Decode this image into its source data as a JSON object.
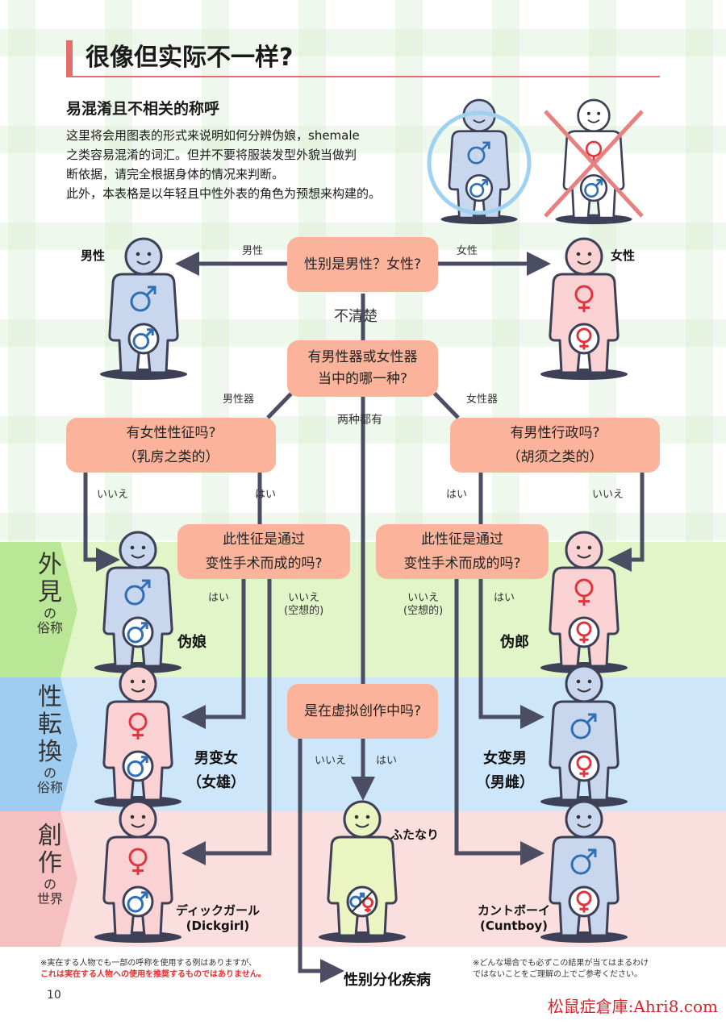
{
  "title": "很像但实际不一样?",
  "subtitle": "易混淆且不相关的称呼",
  "intro_lines": [
    "这里将会用图表的形式来说明如何分辨伪娘，shemale",
    "之类容易混淆的词汇。但并不要将服装发型外貌当做判",
    "断依据，请完全根据身体的情况来判断。",
    "此外，本表格是以年轻且中性外表的角色为预想来构建的。"
  ],
  "bands": {
    "appearance": {
      "big": "外見",
      "small1": "の",
      "small2": "俗称"
    },
    "transition": {
      "big": "性転換",
      "small1": "の",
      "small2": "俗称"
    },
    "fiction": {
      "big": "創作",
      "small1": "の",
      "small2": "世界"
    }
  },
  "boxes": {
    "q1": "性别是男性？女性?",
    "q2_line1": "有男性器或女性器",
    "q2_line2": "当中的哪一种?",
    "q3_line1": "有女性性征吗?",
    "q3_line2": "（乳房之类的）",
    "q4_line1": "有男性行政吗?",
    "q4_line2": "（胡须之类的）",
    "q5_line1": "此性征是通过",
    "q5_line2": "变性手术而成的吗?",
    "q6_line1": "此性征是通过",
    "q6_line2": "变性手术而成的吗?",
    "q7": "是在虚拟创作中吗?"
  },
  "labels": {
    "male": "男性",
    "female": "女性",
    "unclear": "不清楚",
    "male_organ": "男性器",
    "female_organ": "女性器",
    "both": "两种都有",
    "no": "いいえ",
    "yes": "はい",
    "imaginary": "(空想的)"
  },
  "names": {
    "male": "男性",
    "female": "女性",
    "trap": "伪娘",
    "reverse_trap": "伪郎",
    "mtf": "男变女",
    "mtf_alt": "（女雄）",
    "ftm": "女变男",
    "ftm_alt": "（男雌）",
    "futanari": "ふたなり",
    "dickgirl": "ディックガール",
    "dickgirl_en": "(Dickgirl)",
    "cuntboy": "カントボーイ",
    "cuntboy_en": "(Cuntboy)",
    "intersex": "性别分化疾病"
  },
  "footnotes": {
    "left_line1": "※実在する人物でも一部の呼称を使用する例はありますが、",
    "left_line2": "これは実在する人物への使用を推奨するものではありません。",
    "right_line1": "※どんな場合でも必ずこの結果が当てはまるわけ",
    "right_line2": "ではないことをご理解の上でご参考ください。"
  },
  "page_number": "10",
  "watermark": "松鼠症倉庫:Ahri8.com",
  "colors": {
    "box": "#fbb49b",
    "arrow": "#4b4e63",
    "male_blue": "#2f6fb5",
    "female_red": "#e0353d",
    "title_accent": "#e56d6d"
  }
}
